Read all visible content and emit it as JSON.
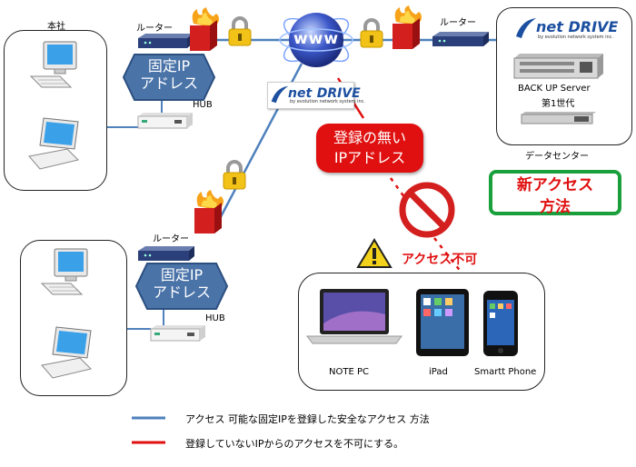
{
  "hq": {
    "label": "本社"
  },
  "router_top": {
    "label": "ルーター"
  },
  "router_right": {
    "label": "ルーター"
  },
  "router_bottom": {
    "label": "ルーター"
  },
  "fixed_ip_top": {
    "line1": "固定IP",
    "line2": "アドレス"
  },
  "fixed_ip_bottom": {
    "line1": "固定IP",
    "line2": "アドレス"
  },
  "hub_top": {
    "label": "HUB"
  },
  "hub_bottom": {
    "label": "HUB"
  },
  "www": {
    "label": "www"
  },
  "logo_center": {
    "net": "net",
    "drive": "DRIVE",
    "sub": "by evolution network system inc."
  },
  "logo_right": {
    "net": "net",
    "drive": "DRIVE",
    "sub": "by evolution network system inc."
  },
  "datacenter": {
    "server_line1": "BACK UP  Server",
    "server_line2": "第1世代",
    "label": "データセンター"
  },
  "unregistered": {
    "line1": "登録の無い",
    "line2": "IPアドレス"
  },
  "new_access": {
    "line1": "新アクセス",
    "line2": "方法"
  },
  "denied": {
    "label": "アクセス不可"
  },
  "devices": {
    "note_pc": "NOTE PC",
    "ipad": "iPad",
    "phone": "Smartt Phone"
  },
  "legend": {
    "blue": "アクセス 可能な固定IPを登録した安全なアクセス 方法",
    "red": "登録していないIPからのアクセスを不可にする。"
  },
  "colors": {
    "blue_line": "#4f81bd",
    "red_line": "#e01010",
    "hex_fill": "#4a73a8",
    "green_border": "#19a03c"
  }
}
